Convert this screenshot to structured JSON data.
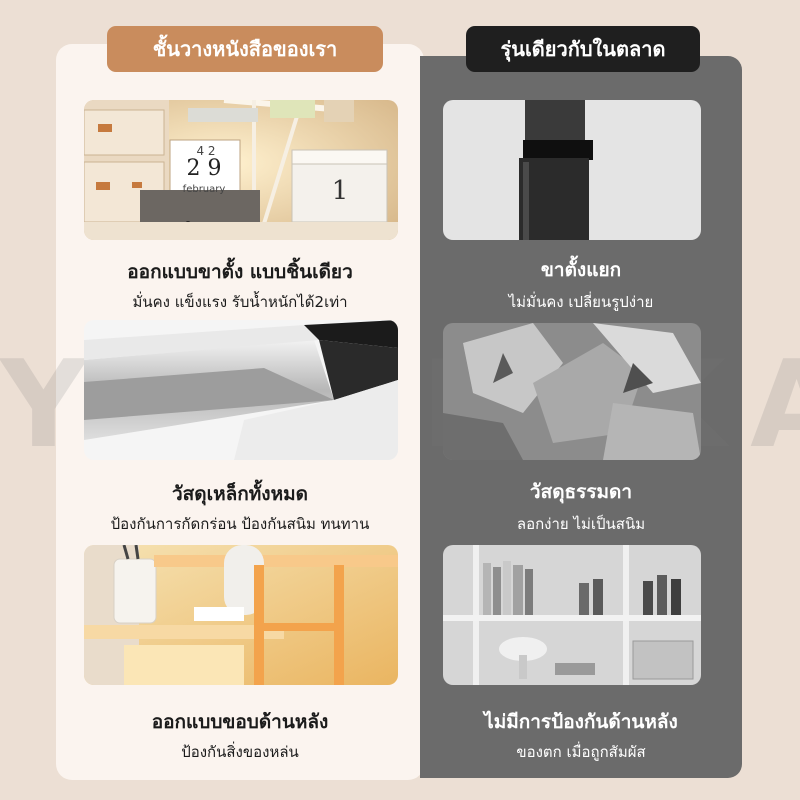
{
  "watermark": "YAYAMIKA",
  "left": {
    "header": "ชั้นวางหนังสือของเรา",
    "features": [
      {
        "title": "ออกแบบขาตั้ง แบบชิ้นเดียว",
        "subtitle": "มั่นคง แข็งแรง รับน้ำหนักได้2เท่า"
      },
      {
        "title": "วัสดุเหล็กทั้งหมด",
        "subtitle": "ป้องกันการกัดกร่อน ป้องกันสนิม ทนทาน"
      },
      {
        "title": "ออกแบบขอบด้านหลัง",
        "subtitle": "ป้องกันสิ่งของหล่น"
      }
    ],
    "photo1_calendar": {
      "top": "4 2",
      "digits": "2 9",
      "month": "february"
    },
    "photo1_box_number": "1"
  },
  "right": {
    "header": "รุ่นเดียวกับในตลาด",
    "features": [
      {
        "title": "ขาตั้งแยก",
        "subtitle": "ไม่มั่นคง  เปลี่ยนรูปง่าย"
      },
      {
        "title": "วัสดุธรรมดา",
        "subtitle": "ลอกง่าย  ไม่เป็นสนิม"
      },
      {
        "title": "ไม่มีการป้องกันด้านหลัง",
        "subtitle": "ของตก  เมื่อถูกสัมผัส"
      }
    ]
  },
  "colors": {
    "background": "#ecdfd4",
    "left_panel": "#fbf4ef",
    "right_panel": "#6b6b6b",
    "left_header_pill": "#c98c5d",
    "right_header_pill": "#1f1f1f"
  }
}
